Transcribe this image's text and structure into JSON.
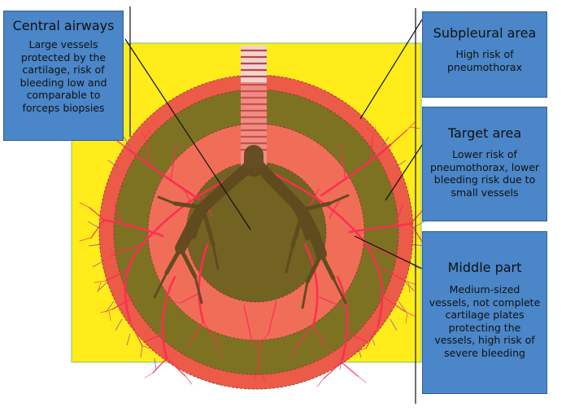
{
  "callouts": {
    "central": {
      "title": "Central airways",
      "body": "Large vessels protected by the cartilage, risk of bleeding low and comparable to forceps biopsies"
    },
    "subpleural": {
      "title": "Subpleural area",
      "body": "High risk of pneumothorax"
    },
    "target": {
      "title": "Target area",
      "body": "Lower risk of pneumothorax, lower bleeding risk due to small vessels"
    },
    "middle": {
      "title": "Middle part",
      "body": "Medium-sized vessels, not complete cartilage plates protecting the vessels, high risk of severe bleeding"
    }
  },
  "colors": {
    "background_panel": "#ffec1a",
    "outer_ring": "#ed5a4c",
    "dark_band": "#7a6f21",
    "inner_core": "#716322",
    "vessels": "#ff2a4a",
    "callout_fill": "#4a86c8"
  }
}
